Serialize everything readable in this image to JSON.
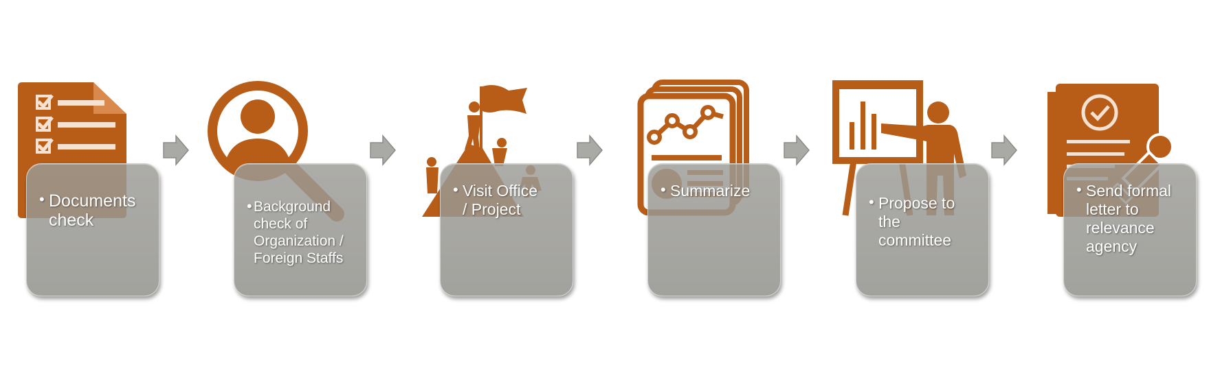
{
  "colors": {
    "icon": "#B85D17",
    "box": "#9B9A95",
    "arrow": "#A9A9A5",
    "text": "#FFFFFF"
  },
  "steps": [
    {
      "icon": "checklist-document-icon",
      "label": "Documents\ncheck"
    },
    {
      "icon": "person-search-icon",
      "label": "Background\ncheck of\nOrganization /\nForeign Staffs"
    },
    {
      "icon": "mountain-flag-team-icon",
      "label": "Visit Office\n/ Project"
    },
    {
      "icon": "report-stack-icon",
      "label": "Summarize"
    },
    {
      "icon": "presentation-board-icon",
      "label": "Propose to\nthe\ncommittee"
    },
    {
      "icon": "approved-document-stamp-icon",
      "label": "Send formal\nletter to\nrelevance\nagency"
    }
  ]
}
